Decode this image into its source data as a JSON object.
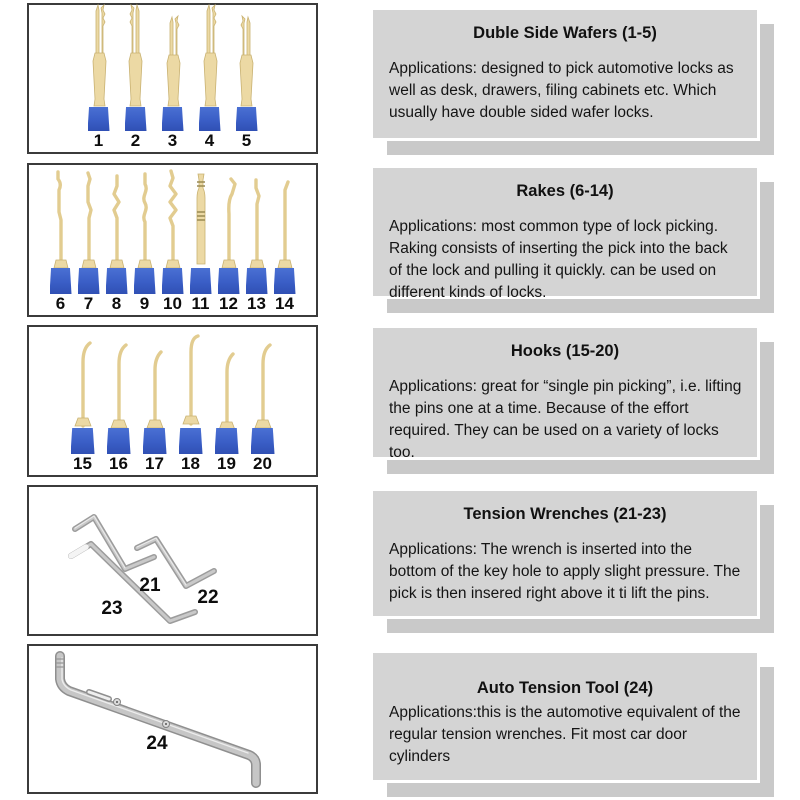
{
  "panels": [
    {
      "name": "double-side-wafers",
      "numbers": [
        "1",
        "2",
        "3",
        "4",
        "5"
      ]
    },
    {
      "name": "rakes",
      "numbers": [
        "6",
        "7",
        "8",
        "9",
        "10",
        "11",
        "12",
        "13",
        "14"
      ]
    },
    {
      "name": "hooks",
      "numbers": [
        "15",
        "16",
        "17",
        "18",
        "19",
        "20"
      ]
    },
    {
      "name": "tension-wrenches",
      "numbers": [
        "21",
        "22",
        "23"
      ]
    },
    {
      "name": "auto-tension-tool",
      "numbers": [
        "24"
      ]
    }
  ],
  "info_boxes": [
    {
      "title": "Duble Side Wafers (1-5)",
      "body": "Applications: designed to pick automotive locks as well as desk, drawers, filing cabinets etc. Which usually have double sided wafer locks."
    },
    {
      "title": "Rakes (6-14)",
      "body": "Applications: most common type of lock picking. Raking consists of inserting the pick into the back of the lock and pulling it quickly. can be used on different kinds of locks."
    },
    {
      "title": "Hooks (15-20)",
      "body": "Applications: great for “single pin picking”, i.e. lifting the pins one at a time. Because of the effort required. They can be used on a variety of locks too."
    },
    {
      "title": "Tension Wrenches (21-23)",
      "body": "Applications: The wrench is inserted into the bottom of the key hole to apply slight pressure. The pick is then insered right above it ti lift the pins."
    },
    {
      "title": "Auto Tension Tool (24)",
      "body": "Applications:this is the automotive equivalent of the regular tension wrenches. Fit most car door cylinders"
    }
  ],
  "colors": {
    "handle_blue": "#3a5ec6",
    "metal_tan": "#ecd9a4",
    "metal_gray": "#c9c9c9",
    "box_fill": "#d4d4d4",
    "box_shadow": "#c9c9c9",
    "panel_border": "#3b3b3b"
  }
}
